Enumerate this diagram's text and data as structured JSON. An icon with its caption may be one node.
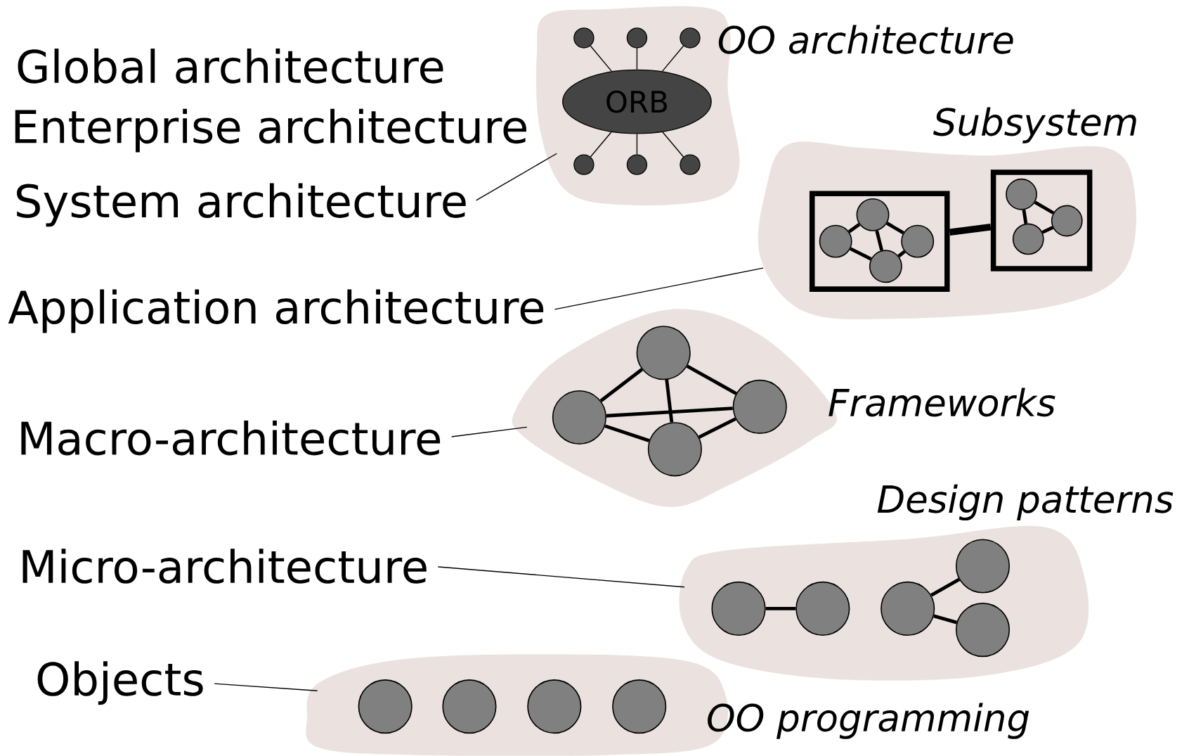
{
  "diagram": {
    "nodes": [
      {
        "text": [
          "OO architecture"
        ]
      },
      {
        "text": [
          "ORB"
        ],
        "in": 0
      },
      {
        "text": [],
        "shape": "circle",
        "in": 0
      },
      {
        "text": [],
        "shape": "circle",
        "in": 0
      },
      {
        "text": [],
        "shape": "circle",
        "in": 0
      },
      {
        "text": [],
        "shape": "circle",
        "in": 0
      },
      {
        "text": [],
        "shape": "circle",
        "in": 0
      },
      {
        "text": [],
        "shape": "circle",
        "in": 0
      },
      {
        "text": [
          "Subsystem"
        ]
      },
      {
        "text": [],
        "shape": "box",
        "in": 8
      },
      {
        "text": [],
        "shape": "circle",
        "in": 9
      },
      {
        "text": [],
        "shape": "circle",
        "in": 9
      },
      {
        "text": [],
        "shape": "circle",
        "in": 9
      },
      {
        "text": [],
        "shape": "circle",
        "in": 9
      },
      {
        "text": [],
        "shape": "box",
        "in": 8
      },
      {
        "text": [],
        "shape": "circle",
        "in": 14
      },
      {
        "text": [],
        "shape": "circle",
        "in": 14
      },
      {
        "text": [],
        "shape": "circle",
        "in": 14
      },
      {
        "text": [
          "Frameworks"
        ]
      },
      {
        "text": [],
        "shape": "circle",
        "in": 18
      },
      {
        "text": [],
        "shape": "circle",
        "in": 18
      },
      {
        "text": [],
        "shape": "circle",
        "in": 18
      },
      {
        "text": [],
        "shape": "circle",
        "in": 18
      },
      {
        "text": [
          "Design patterns"
        ]
      },
      {
        "text": [],
        "shape": "circle",
        "in": 23
      },
      {
        "text": [],
        "shape": "circle",
        "in": 23
      },
      {
        "text": [],
        "shape": "circle",
        "in": 23
      },
      {
        "text": [],
        "shape": "circle",
        "in": 23
      },
      {
        "text": [],
        "shape": "circle",
        "in": 23
      },
      {
        "text": [
          "OO programming"
        ]
      },
      {
        "text": [],
        "shape": "circle",
        "in": 29
      },
      {
        "text": [],
        "shape": "circle",
        "in": 29
      },
      {
        "text": [],
        "shape": "circle",
        "in": 29
      },
      {
        "text": [],
        "shape": "circle",
        "in": 29
      },
      {
        "text": [
          "System architecture"
        ]
      },
      {
        "text": [
          "Application architecture"
        ]
      },
      {
        "text": [
          "Macro-architecture"
        ]
      },
      {
        "text": [
          "Micro-architecture"
        ]
      },
      {
        "text": [
          "Objects"
        ]
      }
    ],
    "edges": [
      {
        "from": 2,
        "to": 1,
        "arrow": "none"
      },
      {
        "from": 3,
        "to": 1,
        "arrow": "none"
      },
      {
        "from": 4,
        "to": 1,
        "arrow": "none"
      },
      {
        "from": 1,
        "to": 5,
        "arrow": "none"
      },
      {
        "from": 1,
        "to": 6,
        "arrow": "none"
      },
      {
        "from": 1,
        "to": 7,
        "arrow": "none"
      },
      {
        "from": 11,
        "to": 10,
        "arrow": "none"
      },
      {
        "from": 10,
        "to": 13,
        "arrow": "none"
      },
      {
        "from": 10,
        "to": 12,
        "arrow": "none"
      },
      {
        "from": 11,
        "to": 13,
        "arrow": "none"
      },
      {
        "from": 13,
        "to": 12,
        "arrow": "none"
      },
      {
        "from": 15,
        "to": 16,
        "arrow": "none"
      },
      {
        "from": 15,
        "to": 17,
        "arrow": "none"
      },
      {
        "from": 16,
        "to": 17,
        "arrow": "none"
      },
      {
        "from": 9,
        "to": 14,
        "arrow": "none",
        "style": "thick"
      },
      {
        "from": 19,
        "to": 21,
        "arrow": "none"
      },
      {
        "from": 20,
        "to": 21,
        "arrow": "none"
      },
      {
        "from": 20,
        "to": 19,
        "arrow": "none"
      },
      {
        "from": 19,
        "to": 22,
        "arrow": "none"
      },
      {
        "from": 20,
        "to": 22,
        "arrow": "none"
      },
      {
        "from": 22,
        "to": 21,
        "arrow": "none"
      },
      {
        "from": 24,
        "to": 25,
        "arrow": "none"
      },
      {
        "from": 26,
        "to": 27,
        "arrow": "none"
      },
      {
        "from": 26,
        "to": 28,
        "arrow": "none"
      },
      {
        "from": 34,
        "to": 0,
        "arrow": "none"
      },
      {
        "from": 35,
        "to": 8,
        "arrow": "none"
      },
      {
        "from": 36,
        "to": 18,
        "arrow": "none"
      },
      {
        "from": 37,
        "to": 23,
        "arrow": "none"
      },
      {
        "from": 38,
        "to": 29,
        "arrow": "none"
      }
    ],
    "labels": [
      "Global architecture",
      "Enterprise architecture"
    ]
  }
}
